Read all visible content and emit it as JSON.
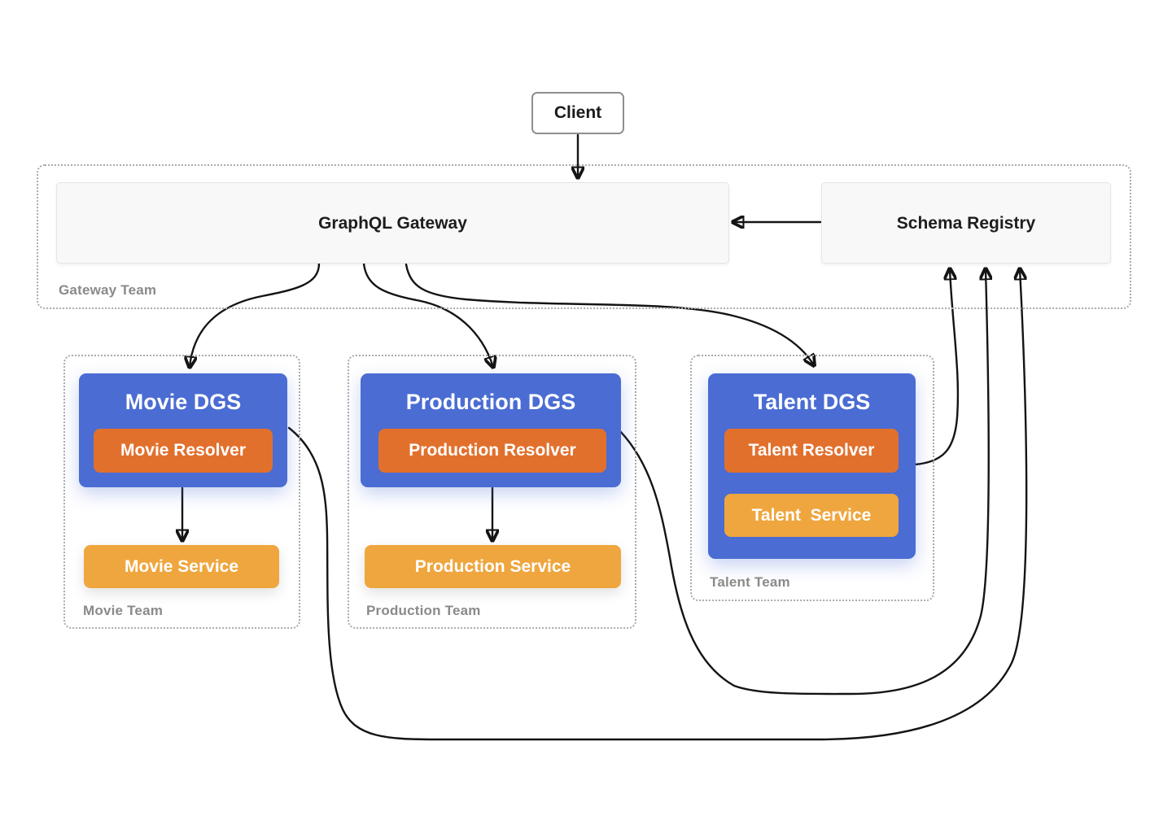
{
  "colors": {
    "dgs_blue": "#4a6cd3",
    "resolver_orange": "#e2702d",
    "service_amber": "#efa63e",
    "panel_gray": "#f8f8f9",
    "panel_border": "#e5e5e8",
    "line_black": "#141414",
    "team_label_gray": "#8a8a8a",
    "dashed_border": "#ababab"
  },
  "client": {
    "label": "Client"
  },
  "gateway_team": {
    "label": "Gateway Team",
    "gateway_label": "GraphQL Gateway",
    "registry_label": "Schema Registry"
  },
  "teams": [
    {
      "label": "Movie Team",
      "dgs_label": "Movie DGS",
      "resolver_label": "Movie Resolver",
      "service_label": "Movie Service"
    },
    {
      "label": "Production Team",
      "dgs_label": "Production DGS",
      "resolver_label": "Production Resolver",
      "service_label": "Production Service"
    },
    {
      "label": "Talent Team",
      "dgs_label": "Talent DGS",
      "resolver_label": "Talent Resolver",
      "service_label": "Talent  Service"
    }
  ],
  "edges": [
    {
      "from": "client",
      "to": "graphql-gateway"
    },
    {
      "from": "schema-registry",
      "to": "graphql-gateway"
    },
    {
      "from": "graphql-gateway",
      "to": "movie-dgs"
    },
    {
      "from": "graphql-gateway",
      "to": "production-dgs"
    },
    {
      "from": "graphql-gateway",
      "to": "talent-dgs"
    },
    {
      "from": "movie-dgs",
      "to": "movie-service"
    },
    {
      "from": "production-dgs",
      "to": "production-service"
    },
    {
      "from": "talent-dgs",
      "to": "schema-registry"
    },
    {
      "from": "production-dgs",
      "to": "schema-registry"
    },
    {
      "from": "movie-dgs",
      "to": "schema-registry"
    }
  ]
}
